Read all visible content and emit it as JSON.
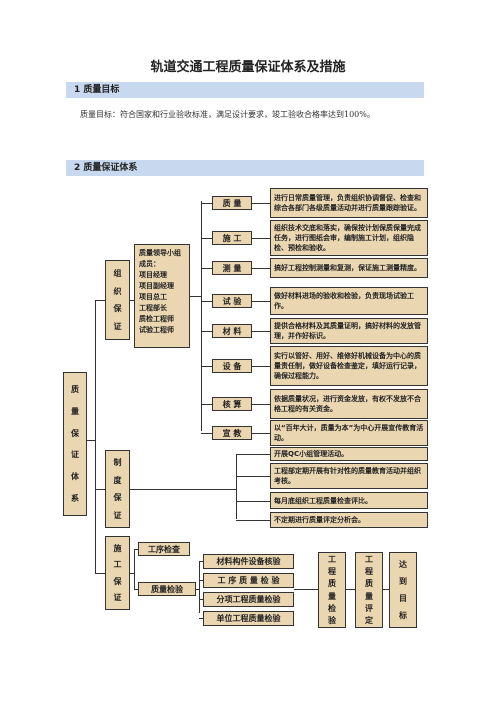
{
  "title": "轨道交通工程质量保证体系及措施",
  "section1": {
    "heading": "1  质量目标",
    "text": "质量目标：符合国家和行业验收标准，满足设计要求，竣工验收合格率达到100%。"
  },
  "section2": {
    "heading": "2  质量保证体系"
  },
  "diagram": {
    "root": [
      "质",
      "量",
      "保",
      "证",
      "体",
      "系"
    ],
    "org": {
      "label": [
        "组",
        "织",
        "保",
        "证"
      ],
      "leader_lines": [
        "质量领导小组成员：",
        "项目经理",
        "项目副经理",
        "项目总工",
        "工程部长",
        "质检工程师",
        "试验工程师"
      ],
      "depts": [
        {
          "name": "质  量",
          "duty": "进行日常质量管理，负责组织协调督促、检查和综合各部门各级质量活动并进行质量跟踪验证。"
        },
        {
          "name": "施  工",
          "duty": "组织技术交底和落实，确保按计划保质保量完成任务，进行图纸会审，编制施工计划，组织隐检、预检和验收。"
        },
        {
          "name": "测  量",
          "duty": "搞好工程控制测量和复测，保证施工测量精度。"
        },
        {
          "name": "试  验",
          "duty": "做好材料进场的验收和检验，负责现场试验工作。"
        },
        {
          "name": "材  料",
          "duty": "提供合格材料及其质量证明，搞好材料的发放管理，并作好标识。"
        },
        {
          "name": "设  备",
          "duty": "实行以管好、用好、维修好机械设备为中心的质量责任制，做好设备检查鉴定，填好运行记录，确保过程能力。"
        },
        {
          "name": "核  算",
          "duty": "依据质量状况，进行资金发放，有权不发放不合格工程的有关资金。"
        },
        {
          "name": "宣  教",
          "duty": "以“百年大计，质量为本”为中心开展宣传教育活动。"
        }
      ]
    },
    "system": {
      "label": [
        "制",
        "度",
        "保",
        "证"
      ],
      "items": [
        "开展QC小组管理活动。",
        "工程部定期开展有针对性的质量教育活动并组织考核。",
        "每月底组织工程质量检查评比。",
        "不定期进行质量评定分析会。"
      ]
    },
    "construction": {
      "label": [
        "施",
        "工",
        "保",
        "证"
      ],
      "process_check": "工序检查",
      "quality_check": "质量检验",
      "checks": [
        "材料构件设备核验",
        "工 序 质 量 检 验",
        "分项工程质量检验",
        "单位工程质量检验"
      ],
      "eval": [
        "工",
        "程",
        "质",
        "量",
        "检",
        "验"
      ],
      "eval2": [
        "工",
        "程",
        "质",
        "量",
        "评",
        "定"
      ],
      "target": [
        "达",
        "到",
        "目",
        "标"
      ]
    }
  }
}
